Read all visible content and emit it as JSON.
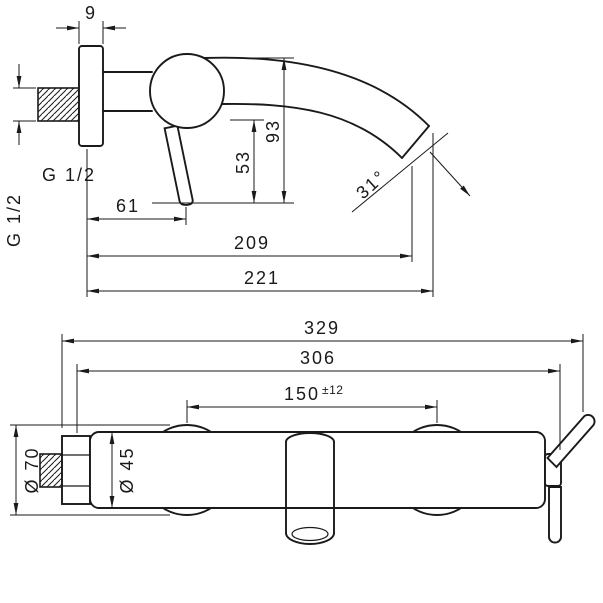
{
  "page": {
    "background": "#ffffff",
    "line_color": "#1a1a1a"
  },
  "side_view": {
    "dim_flange_depth": "9",
    "thread_size_vertical": "G 1/2",
    "thread_size": "G 1/2",
    "dim_height_total": "93",
    "dim_height_outlet": "53",
    "dim_handle_offset": "61",
    "dim_reach_lower": "209",
    "dim_reach_total": "221",
    "spout_angle": "31°"
  },
  "front_view": {
    "dim_width_total": "329",
    "dim_width_body": "306",
    "dim_center_distance": "150",
    "dim_center_tolerance": "±12",
    "dim_escutcheon_diameter": "Ø 70",
    "dim_body_diameter": "Ø 45"
  }
}
